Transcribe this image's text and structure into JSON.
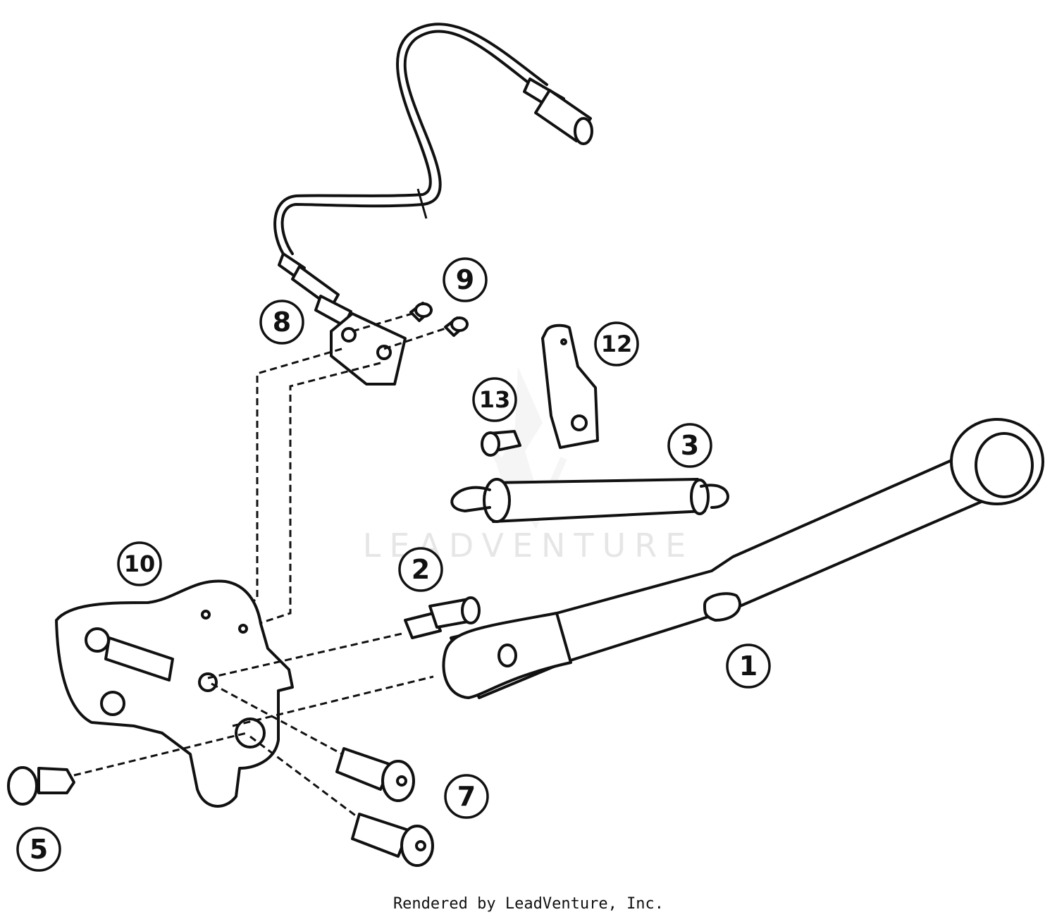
{
  "callouts": [
    {
      "id": "c1",
      "label": "1"
    },
    {
      "id": "c2",
      "label": "2"
    },
    {
      "id": "c3",
      "label": "3"
    },
    {
      "id": "c5",
      "label": "5"
    },
    {
      "id": "c7",
      "label": "7"
    },
    {
      "id": "c8",
      "label": "8"
    },
    {
      "id": "c9",
      "label": "9"
    },
    {
      "id": "c10",
      "label": "10"
    },
    {
      "id": "c12",
      "label": "12"
    },
    {
      "id": "c13",
      "label": "13"
    }
  ],
  "watermark": "LEADVENTURE",
  "credit": "Rendered by LeadVenture, Inc."
}
